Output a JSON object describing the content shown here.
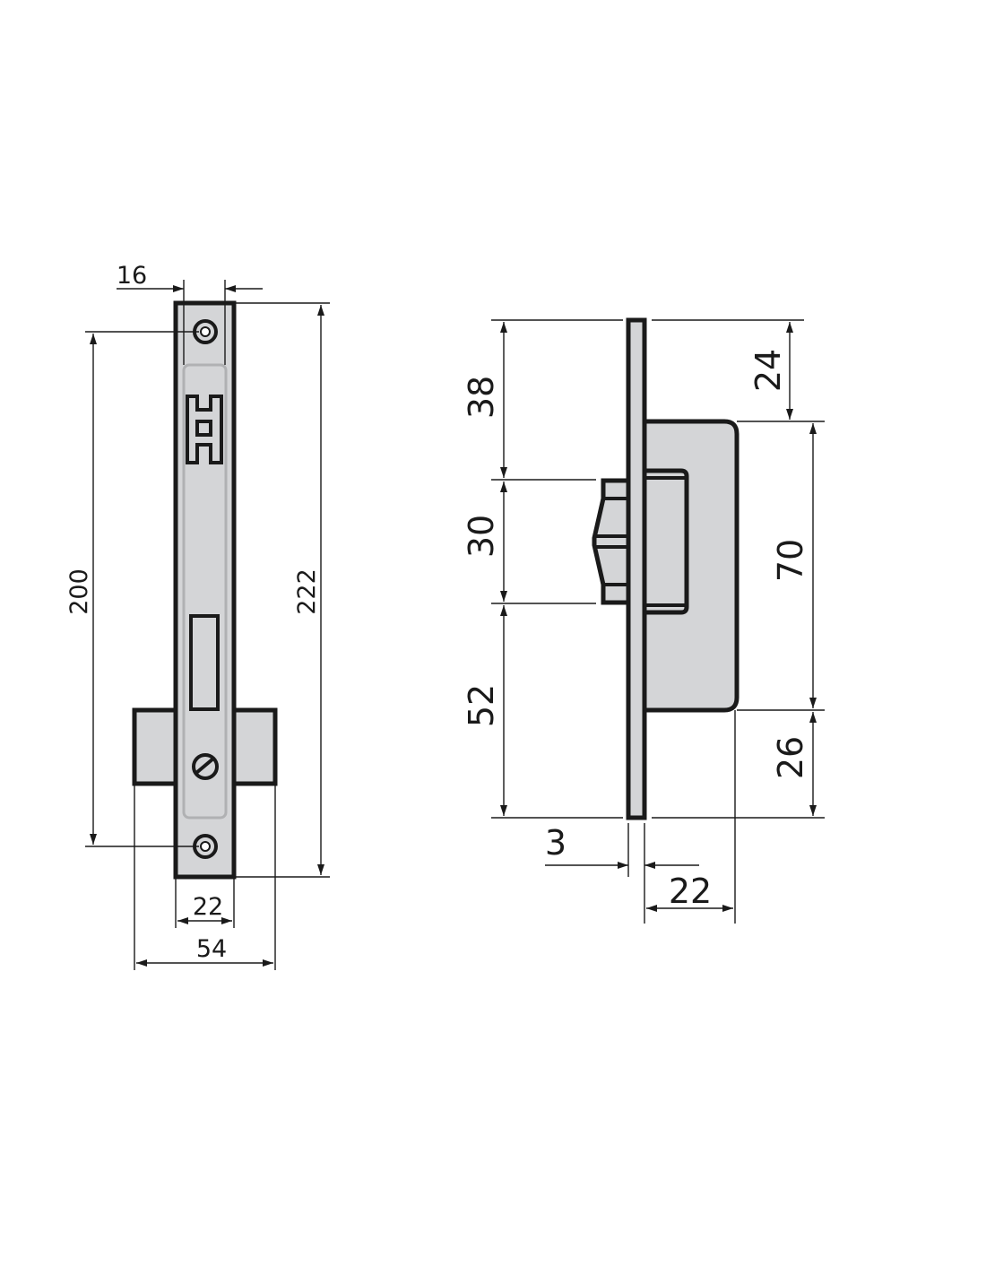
{
  "front_view": {
    "dimensions": {
      "width_faceplate_inner": "16",
      "height_total": "222",
      "hole_spacing": "200",
      "faceplate_width": "22",
      "case_width": "54"
    }
  },
  "side_view": {
    "dimensions": {
      "top_to_bolt": "38",
      "bolt_height": "30",
      "bolt_to_bottom": "52",
      "top_to_case": "24",
      "case_height": "70",
      "case_to_bottom": "26",
      "faceplate_thickness": "3",
      "case_depth": "22"
    }
  },
  "colors": {
    "fill": "#d4d5d7",
    "line": "#1a1a1a"
  }
}
